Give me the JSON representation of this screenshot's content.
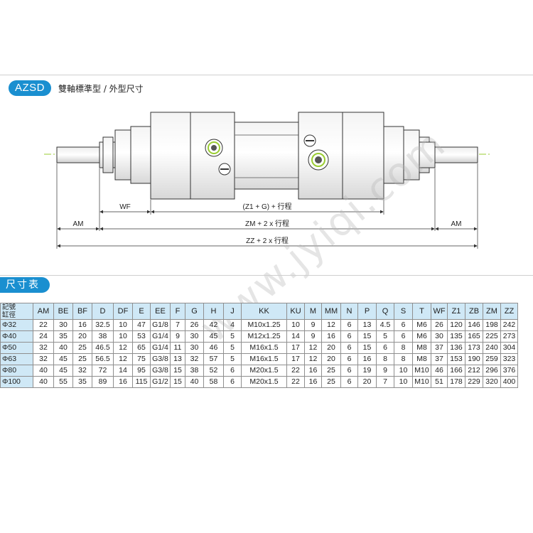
{
  "header": {
    "model": "AZSD",
    "description": "雙軸標準型 / 外型尺寸"
  },
  "drawing": {
    "labels": {
      "wf": "WF",
      "stroke": "(Z1 + G) + 行程",
      "am_left": "AM",
      "zm": "ZM + 2 x 行程",
      "am_right": "AM",
      "zz": "ZZ + 2 x 行程"
    }
  },
  "table": {
    "title": "尺寸表",
    "corner_top": "記號",
    "corner_bottom": "缸徑",
    "columns": [
      "AM",
      "BE",
      "BF",
      "D",
      "DF",
      "E",
      "EE",
      "F",
      "G",
      "H",
      "J",
      "KK",
      "KU",
      "M",
      "MM",
      "N",
      "P",
      "Q",
      "S",
      "T",
      "WF",
      "Z1",
      "ZB",
      "ZM",
      "ZZ"
    ],
    "rows": [
      {
        "bore": "Φ32",
        "values": [
          "22",
          "30",
          "16",
          "32.5",
          "10",
          "47",
          "G1/8",
          "7",
          "26",
          "42",
          "4",
          "M10x1.25",
          "10",
          "9",
          "12",
          "6",
          "13",
          "4.5",
          "6",
          "M6",
          "26",
          "120",
          "146",
          "198",
          "242"
        ]
      },
      {
        "bore": "Φ40",
        "values": [
          "24",
          "35",
          "20",
          "38",
          "10",
          "53",
          "G1/4",
          "9",
          "30",
          "45",
          "5",
          "M12x1.25",
          "14",
          "9",
          "16",
          "6",
          "15",
          "5",
          "6",
          "M6",
          "30",
          "135",
          "165",
          "225",
          "273"
        ]
      },
      {
        "bore": "Φ50",
        "values": [
          "32",
          "40",
          "25",
          "46.5",
          "12",
          "65",
          "G1/4",
          "11",
          "30",
          "46",
          "5",
          "M16x1.5",
          "17",
          "12",
          "20",
          "6",
          "15",
          "6",
          "8",
          "M8",
          "37",
          "136",
          "173",
          "240",
          "304"
        ]
      },
      {
        "bore": "Φ63",
        "values": [
          "32",
          "45",
          "25",
          "56.5",
          "12",
          "75",
          "G3/8",
          "13",
          "32",
          "57",
          "5",
          "M16x1.5",
          "17",
          "12",
          "20",
          "6",
          "16",
          "8",
          "8",
          "M8",
          "37",
          "153",
          "190",
          "259",
          "323"
        ]
      },
      {
        "bore": "Φ80",
        "values": [
          "40",
          "45",
          "32",
          "72",
          "14",
          "95",
          "G3/8",
          "15",
          "38",
          "52",
          "6",
          "M20x1.5",
          "22",
          "16",
          "25",
          "6",
          "19",
          "9",
          "10",
          "M10",
          "46",
          "166",
          "212",
          "296",
          "376"
        ]
      },
      {
        "bore": "Φ100",
        "values": [
          "40",
          "55",
          "35",
          "89",
          "16",
          "115",
          "G1/2",
          "15",
          "40",
          "58",
          "6",
          "M20x1.5",
          "22",
          "16",
          "25",
          "6",
          "20",
          "7",
          "10",
          "M10",
          "51",
          "178",
          "229",
          "320",
          "400"
        ]
      }
    ]
  },
  "watermark": "www.jyiqi.com"
}
